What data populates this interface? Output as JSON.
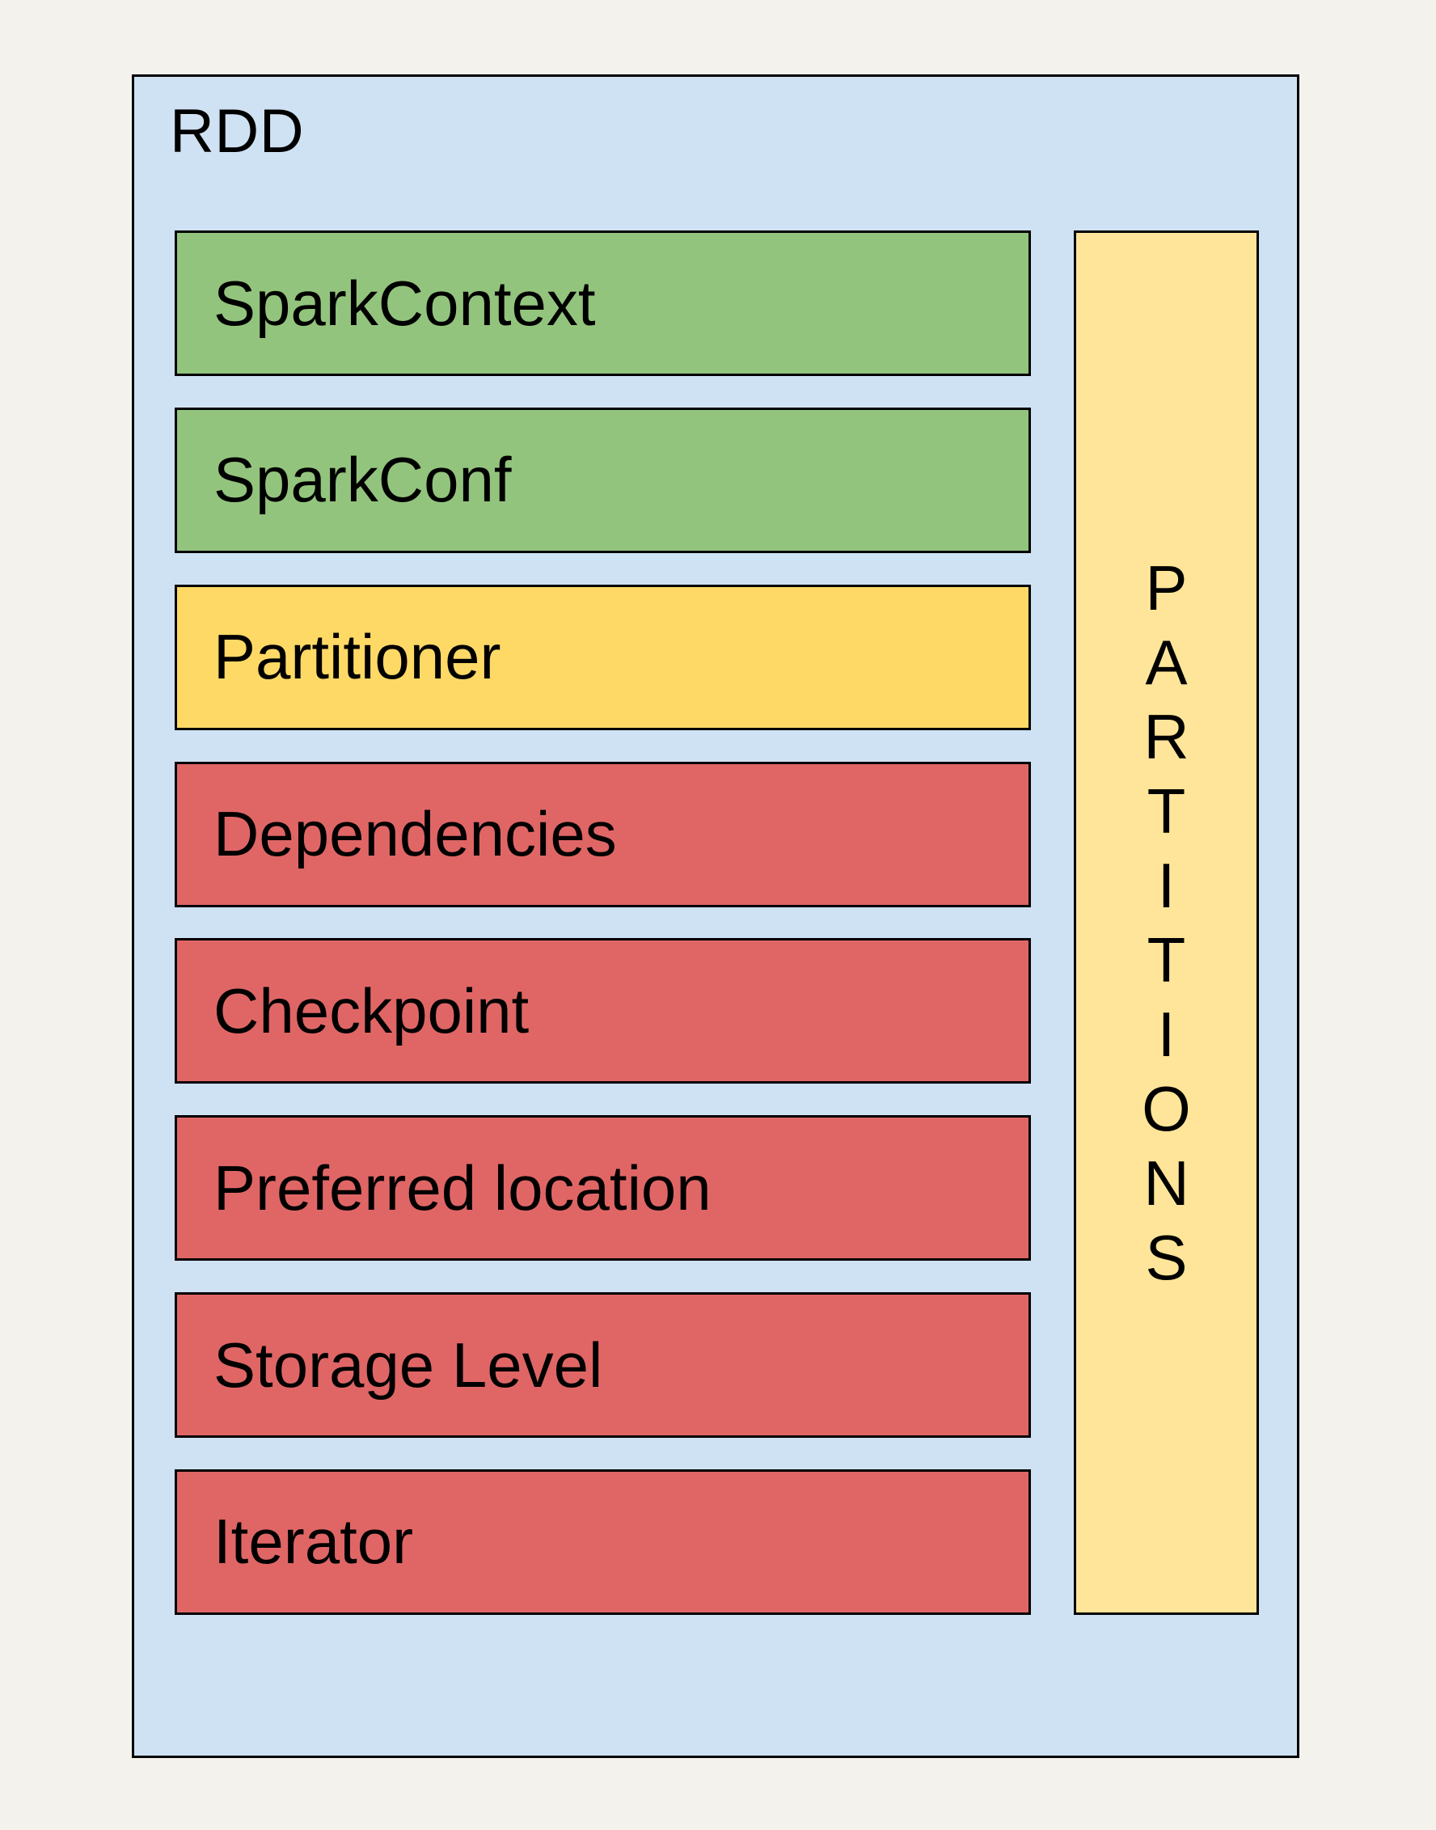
{
  "diagram": {
    "title": "RDD",
    "attributes": [
      {
        "label": "SparkContext",
        "variant": "green"
      },
      {
        "label": "SparkConf",
        "variant": "green"
      },
      {
        "label": "Partitioner",
        "variant": "yellow"
      },
      {
        "label": "Dependencies",
        "variant": "red"
      },
      {
        "label": "Checkpoint",
        "variant": "red"
      },
      {
        "label": "Preferred location",
        "variant": "red"
      },
      {
        "label": "Storage Level",
        "variant": "red"
      },
      {
        "label": "Iterator",
        "variant": "red"
      }
    ],
    "partitions": {
      "label": "PARTITIONS"
    },
    "colors": {
      "page_bg": "#f4f2ed",
      "container_bg": "#cfe2f3",
      "green": "#93c47d",
      "yellow": "#ffd966",
      "light_yellow": "#ffe599",
      "red": "#e06666",
      "border": "#000000",
      "text": "#000000"
    }
  }
}
